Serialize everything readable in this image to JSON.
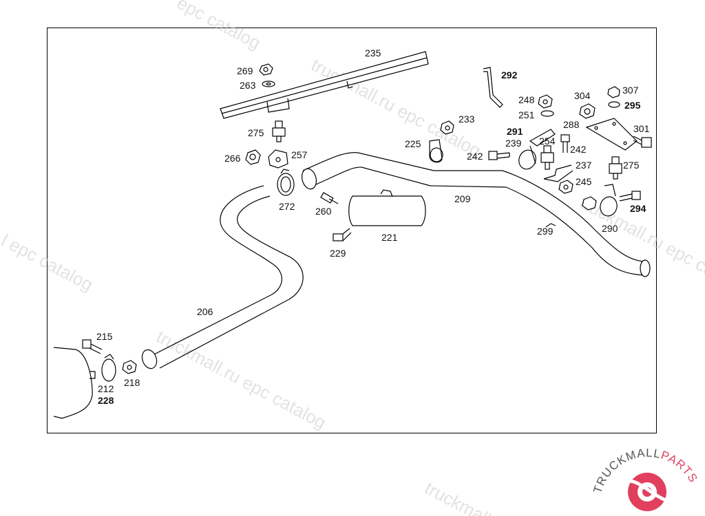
{
  "labels": {
    "p206": "206",
    "p209": "209",
    "p212": "212",
    "p215": "215",
    "p218": "218",
    "p221": "221",
    "p225": "225",
    "p228": "228",
    "p229": "229",
    "p233": "233",
    "p235": "235",
    "p237": "237",
    "p239": "239",
    "p242a": "242",
    "p242b": "242",
    "p245": "245",
    "p248": "248",
    "p251": "251",
    "p254": "254",
    "p257": "257",
    "p260": "260",
    "p263": "263",
    "p266": "266",
    "p269": "269",
    "p272": "272",
    "p275a": "275",
    "p275b": "275",
    "p288": "288",
    "p290": "290",
    "p291": "291",
    "p292": "292",
    "p294": "294",
    "p295": "295",
    "p299": "299",
    "p301": "301",
    "p304": "304",
    "p307": "307"
  },
  "watermark": {
    "text_a": "truckmall.ru epc catalog",
    "text_b": "truckmall.ru",
    "text_c": "epc catalog",
    "text_d": "l epc catalog"
  },
  "logo": {
    "brand": "TRUCKMALL",
    "suffix": "PARTS",
    "brand_color": "#555555",
    "accent_color": "#e0405e"
  }
}
